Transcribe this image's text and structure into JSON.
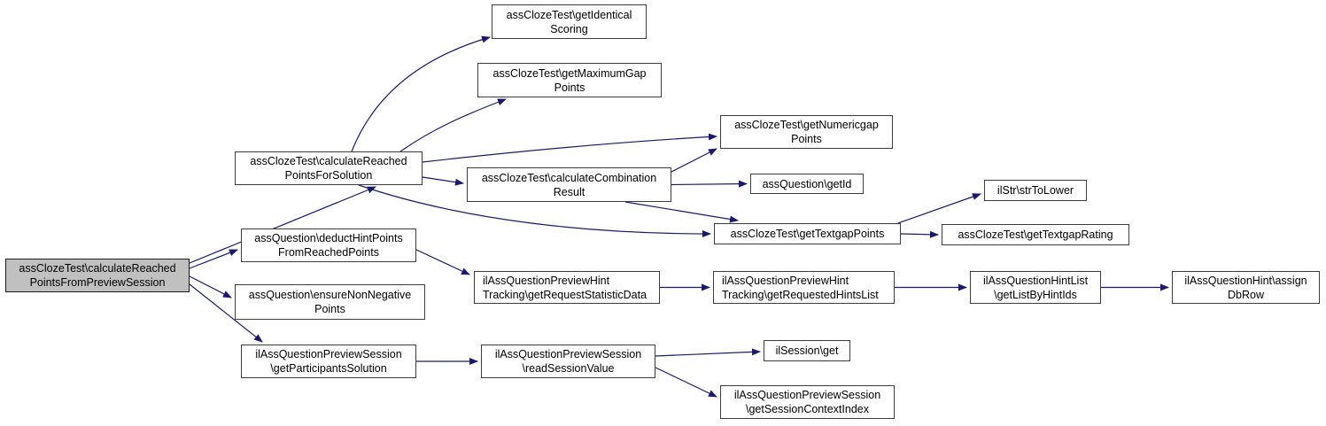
{
  "diagram": {
    "type": "call-graph",
    "direction": "left-to-right",
    "nodes": [
      {
        "id": "root",
        "label": "assClozeTest\\calculateReached\nPointsFromPreviewSession",
        "highlighted": true
      },
      {
        "id": "calcForSolution",
        "label": "assClozeTest\\calculateReached\nPointsForSolution",
        "highlighted": false
      },
      {
        "id": "deductHint",
        "label": "assQuestion\\deductHintPoints\nFromReachedPoints",
        "highlighted": false
      },
      {
        "id": "ensureNonNeg",
        "label": "assQuestion\\ensureNonNegative\nPoints",
        "highlighted": false
      },
      {
        "id": "getParticipants",
        "label": "ilAssQuestionPreviewSession\n\\getParticipantsSolution",
        "highlighted": false
      },
      {
        "id": "getIdenticalScoring",
        "label": "assClozeTest\\getIdentical\nScoring",
        "highlighted": false
      },
      {
        "id": "getMaximumGap",
        "label": "assClozeTest\\getMaximumGap\nPoints",
        "highlighted": false
      },
      {
        "id": "calcCombination",
        "label": "assClozeTest\\calculateCombination\nResult",
        "highlighted": false
      },
      {
        "id": "getNumericgap",
        "label": "assClozeTest\\getNumericgap\nPoints",
        "highlighted": false
      },
      {
        "id": "getId",
        "label": "assQuestion\\getId",
        "highlighted": false
      },
      {
        "id": "getTextgapPoints",
        "label": "assClozeTest\\getTextgapPoints",
        "highlighted": false
      },
      {
        "id": "strToLower",
        "label": "ilStr\\strToLower",
        "highlighted": false
      },
      {
        "id": "getTextgapRating",
        "label": "assClozeTest\\getTextgapRating",
        "highlighted": false
      },
      {
        "id": "requestStatisticData",
        "label": "ilAssQuestionPreviewHint\nTracking\\getRequestStatisticData",
        "highlighted": false
      },
      {
        "id": "requestedHintsList",
        "label": "ilAssQuestionPreviewHint\nTracking\\getRequestedHintsList",
        "highlighted": false
      },
      {
        "id": "getListByHintIds",
        "label": "ilAssQuestionHintList\n\\getListByHintIds",
        "highlighted": false
      },
      {
        "id": "assignDbRow",
        "label": "ilAssQuestionHint\\assign\nDbRow",
        "highlighted": false
      },
      {
        "id": "readSessionValue",
        "label": "ilAssQuestionPreviewSession\n\\readSessionValue",
        "highlighted": false
      },
      {
        "id": "ilSessionGet",
        "label": "ilSession\\get",
        "highlighted": false
      },
      {
        "id": "getSessionContextIndex",
        "label": "ilAssQuestionPreviewSession\n\\getSessionContextIndex",
        "highlighted": false
      }
    ],
    "edges": [
      {
        "from": "root",
        "to": "calcForSolution"
      },
      {
        "from": "root",
        "to": "deductHint"
      },
      {
        "from": "root",
        "to": "ensureNonNeg"
      },
      {
        "from": "root",
        "to": "getParticipants"
      },
      {
        "from": "calcForSolution",
        "to": "getIdenticalScoring"
      },
      {
        "from": "calcForSolution",
        "to": "getMaximumGap"
      },
      {
        "from": "calcForSolution",
        "to": "getNumericgap"
      },
      {
        "from": "calcForSolution",
        "to": "calcCombination"
      },
      {
        "from": "calcForSolution",
        "to": "getTextgapPoints"
      },
      {
        "from": "calcCombination",
        "to": "getNumericgap"
      },
      {
        "from": "calcCombination",
        "to": "getId"
      },
      {
        "from": "calcCombination",
        "to": "getTextgapPoints"
      },
      {
        "from": "getTextgapPoints",
        "to": "strToLower"
      },
      {
        "from": "getTextgapPoints",
        "to": "getTextgapRating"
      },
      {
        "from": "deductHint",
        "to": "requestStatisticData"
      },
      {
        "from": "requestStatisticData",
        "to": "requestedHintsList"
      },
      {
        "from": "requestedHintsList",
        "to": "getListByHintIds"
      },
      {
        "from": "getListByHintIds",
        "to": "assignDbRow"
      },
      {
        "from": "getParticipants",
        "to": "readSessionValue"
      },
      {
        "from": "readSessionValue",
        "to": "ilSessionGet"
      },
      {
        "from": "readSessionValue",
        "to": "getSessionContextIndex"
      }
    ]
  },
  "colors": {
    "edge": "#191970",
    "node_border": "#3c3c3c",
    "node_fill": "#ffffff",
    "root_fill": "#c0c0c0",
    "text": "#000000",
    "background": "#ffffff"
  }
}
